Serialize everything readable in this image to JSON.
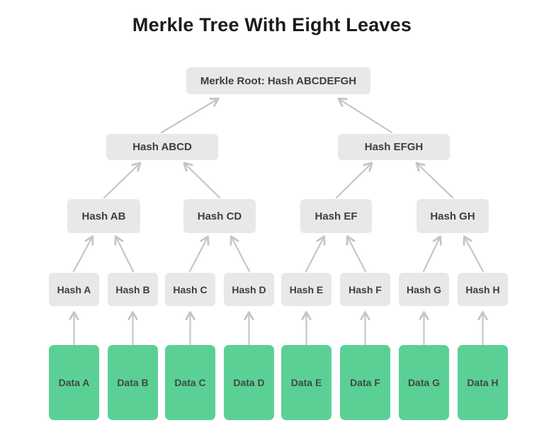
{
  "title": "Merkle Tree With Eight Leaves",
  "tree": {
    "root": "Merkle Root: Hash ABCDEFGH",
    "level2": [
      "Hash ABCD",
      "Hash EFGH"
    ],
    "level3": [
      "Hash AB",
      "Hash CD",
      "Hash EF",
      "Hash GH"
    ],
    "level4": [
      "Hash A",
      "Hash B",
      "Hash C",
      "Hash D",
      "Hash E",
      "Hash F",
      "Hash G",
      "Hash H"
    ],
    "leaves": [
      "Data A",
      "Data B",
      "Data C",
      "Data D",
      "Data E",
      "Data F",
      "Data G",
      "Data H"
    ]
  },
  "colors": {
    "hash_box": "#e8e8e8",
    "data_box": "#5bd095",
    "arrow": "#c6c6c6",
    "hash_text": "#3e3e3e",
    "data_text": "#3e4a44",
    "title_text": "#1c1c1c"
  }
}
